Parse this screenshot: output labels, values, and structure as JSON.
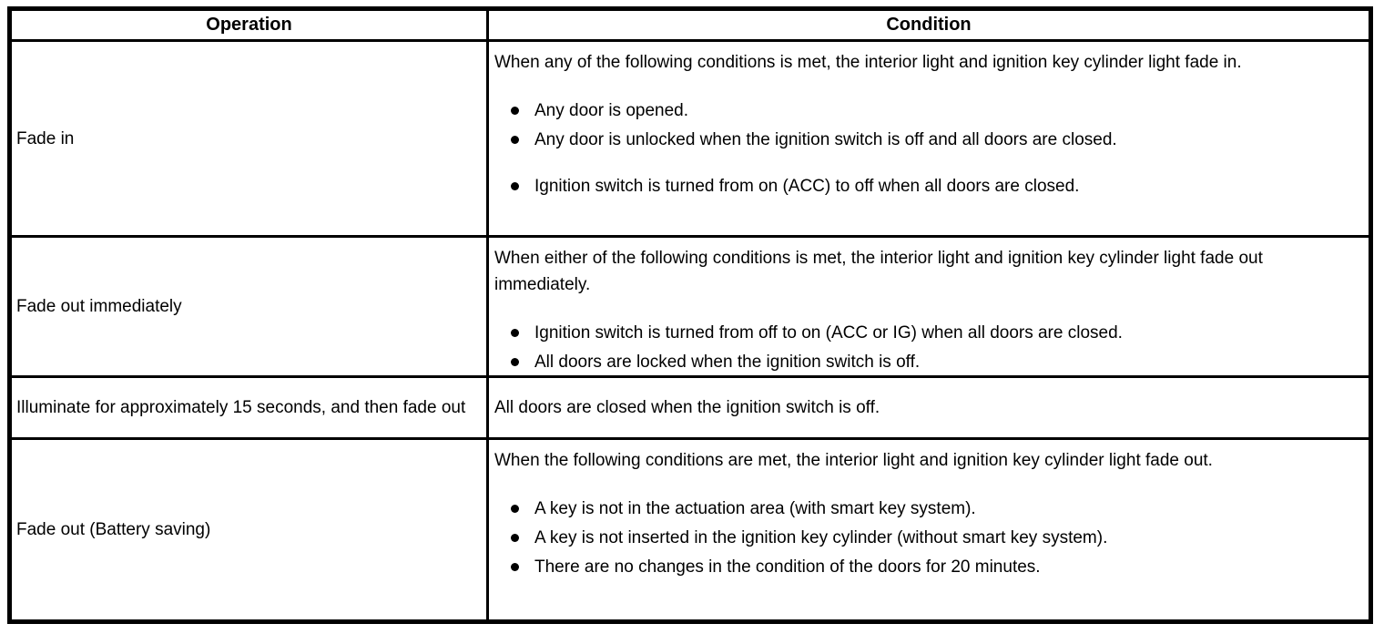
{
  "colors": {
    "border": "#000000",
    "text": "#000000",
    "background": "#ffffff",
    "bullet": "#000000"
  },
  "table": {
    "columns": {
      "operation": "Operation",
      "condition": "Condition"
    },
    "rows": [
      {
        "operation": "Fade in",
        "intro": "When any of the following conditions is met, the interior light and ignition key cylinder light fade in.",
        "bullets": [
          "Any door is opened.",
          "Any door is unlocked when the ignition switch is off and all doors are closed.",
          "Ignition switch is turned from on (ACC) to off when all doors are closed."
        ]
      },
      {
        "operation": "Fade out immediately",
        "intro": "When either of the following conditions is met, the interior light and ignition key cylinder light fade out immediately.",
        "bullets": [
          "Ignition switch is turned from off to on (ACC or IG) when all doors are closed.",
          "All doors are locked when the ignition switch is off."
        ]
      },
      {
        "operation": "Illuminate for approximately 15 seconds, and then fade out",
        "intro": "All doors are closed when the ignition switch is off.",
        "bullets": []
      },
      {
        "operation": "Fade out (Battery saving)",
        "intro": "When the following conditions are met, the interior light and ignition key cylinder light fade out.",
        "bullets": [
          "A key is not in the actuation area (with smart key system).",
          "A key is not inserted in the ignition key cylinder (without smart key system).",
          "There are no changes in the condition of the doors for 20 minutes."
        ]
      }
    ]
  }
}
